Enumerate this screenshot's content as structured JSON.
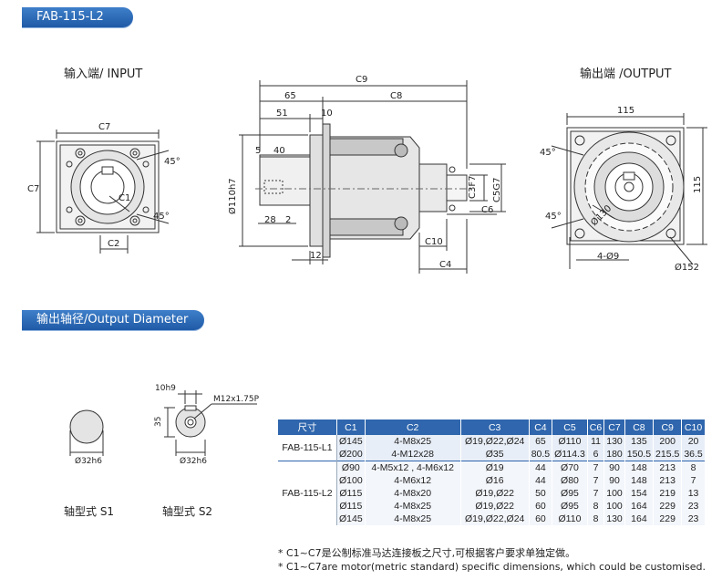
{
  "badges": {
    "top": "FAB-115-L2",
    "mid": "输出轴径/Output Diameter"
  },
  "views": {
    "input_label": "输入端/ INPUT",
    "output_label": "输出端 /OUTPUT",
    "shaft_s1": "轴型式 S1",
    "shaft_s2": "轴型式 S2"
  },
  "dims": {
    "c7": "C7",
    "c2": "C2",
    "c1": "C1",
    "angle_in_1": "45°",
    "angle_in_2": "45°",
    "c9": "C9",
    "d65": "65",
    "c8": "C8",
    "d51": "51",
    "d10": "10",
    "d5": "5",
    "d40": "40",
    "d110": "Ø110h7",
    "d28": "28",
    "d2": "2",
    "d12": "12",
    "c3": "C3F7",
    "c5": "C5G7",
    "c6": "C6",
    "c10": "C10",
    "c4": "C4",
    "d115_top": "115",
    "d115_side": "115",
    "angle_out_1": "45°",
    "angle_out_2": "45°",
    "d130": "Ø130",
    "holes": "4-Ø9",
    "d152": "Ø152",
    "s1_dia": "Ø32h6",
    "s2_dia": "Ø32h6",
    "s2_key": "10h9",
    "s2_35": "35",
    "s2_thread": "M12x1.75P"
  },
  "table": {
    "headers": [
      "尺寸",
      "C1",
      "C2",
      "C3",
      "C4",
      "C5",
      "C6",
      "C7",
      "C8",
      "C9",
      "C10"
    ],
    "groups": [
      {
        "model": "FAB-115-L1",
        "rows": [
          [
            "Ø145",
            "4-M8x25",
            "Ø19,Ø22,Ø24",
            "65",
            "Ø110",
            "11",
            "130",
            "135",
            "200",
            "20"
          ],
          [
            "Ø200",
            "4-M12x28",
            "Ø35",
            "80.5",
            "Ø114.3",
            "6",
            "180",
            "150.5",
            "215.5",
            "36.5"
          ]
        ]
      },
      {
        "model": "FAB-115-L2",
        "rows": [
          [
            "Ø90",
            "4-M5x12 , 4-M6x12",
            "Ø19",
            "44",
            "Ø70",
            "7",
            "90",
            "148",
            "213",
            "8"
          ],
          [
            "Ø100",
            "4-M6x12",
            "Ø16",
            "44",
            "Ø80",
            "7",
            "90",
            "148",
            "213",
            "7"
          ],
          [
            "Ø115",
            "4-M8x20",
            "Ø19,Ø22",
            "50",
            "Ø95",
            "7",
            "100",
            "154",
            "219",
            "13"
          ],
          [
            "Ø115",
            "4-M8x25",
            "Ø19,Ø22",
            "60",
            "Ø95",
            "8",
            "100",
            "164",
            "229",
            "23"
          ],
          [
            "Ø145",
            "4-M8x25",
            "Ø19,Ø22,Ø24",
            "60",
            "Ø110",
            "8",
            "130",
            "164",
            "229",
            "23"
          ]
        ]
      }
    ]
  },
  "notes": {
    "cn": "* C1~C7是公制标准马达连接板之尺寸,可根据客户要求单独定做。",
    "en": "* C1~C7are motor(metric standard)  specific dimensions, which could be customised."
  }
}
